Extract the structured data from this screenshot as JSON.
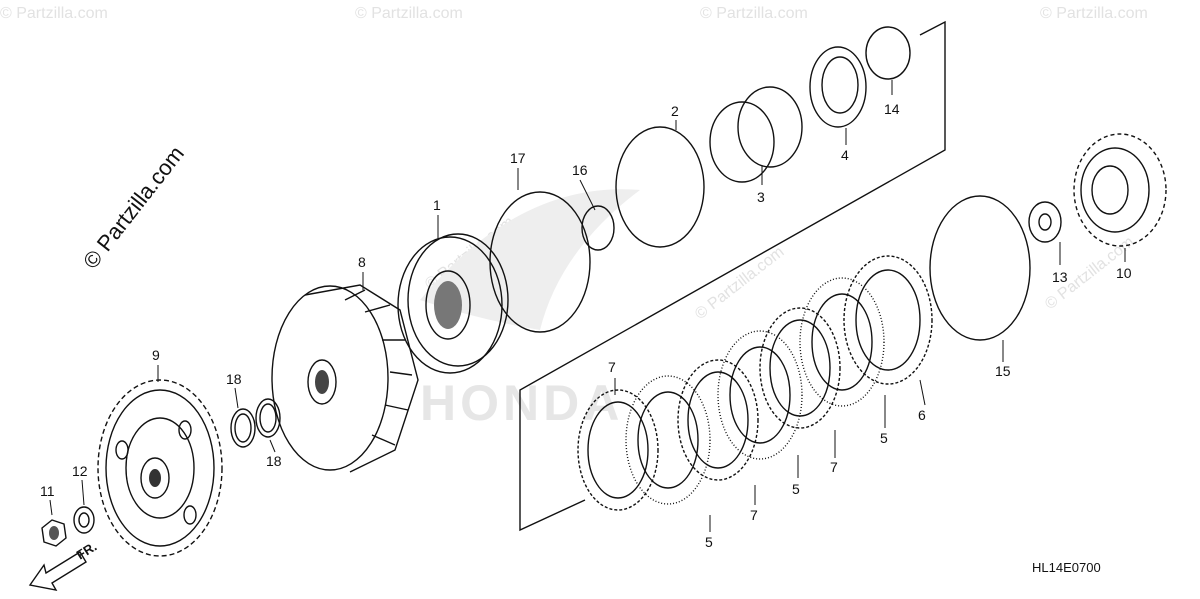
{
  "watermark": {
    "site": "© Partzilla.com",
    "brand": "HONDA"
  },
  "diagram_code": "HL14E0700",
  "direction_label": "FR.",
  "callouts": [
    {
      "id": "c1",
      "label": "1"
    },
    {
      "id": "c2",
      "label": "2"
    },
    {
      "id": "c3",
      "label": "3"
    },
    {
      "id": "c4",
      "label": "4"
    },
    {
      "id": "c5a",
      "label": "5"
    },
    {
      "id": "c5b",
      "label": "5"
    },
    {
      "id": "c5c",
      "label": "5"
    },
    {
      "id": "c6",
      "label": "6"
    },
    {
      "id": "c7a",
      "label": "7"
    },
    {
      "id": "c7b",
      "label": "7"
    },
    {
      "id": "c7c",
      "label": "7"
    },
    {
      "id": "c8",
      "label": "8"
    },
    {
      "id": "c9",
      "label": "9"
    },
    {
      "id": "c10",
      "label": "10"
    },
    {
      "id": "c11",
      "label": "11"
    },
    {
      "id": "c12",
      "label": "12"
    },
    {
      "id": "c13",
      "label": "13"
    },
    {
      "id": "c14",
      "label": "14"
    },
    {
      "id": "c15",
      "label": "15"
    },
    {
      "id": "c16",
      "label": "16"
    },
    {
      "id": "c17",
      "label": "17"
    },
    {
      "id": "c18a",
      "label": "18"
    },
    {
      "id": "c18b",
      "label": "18"
    }
  ]
}
